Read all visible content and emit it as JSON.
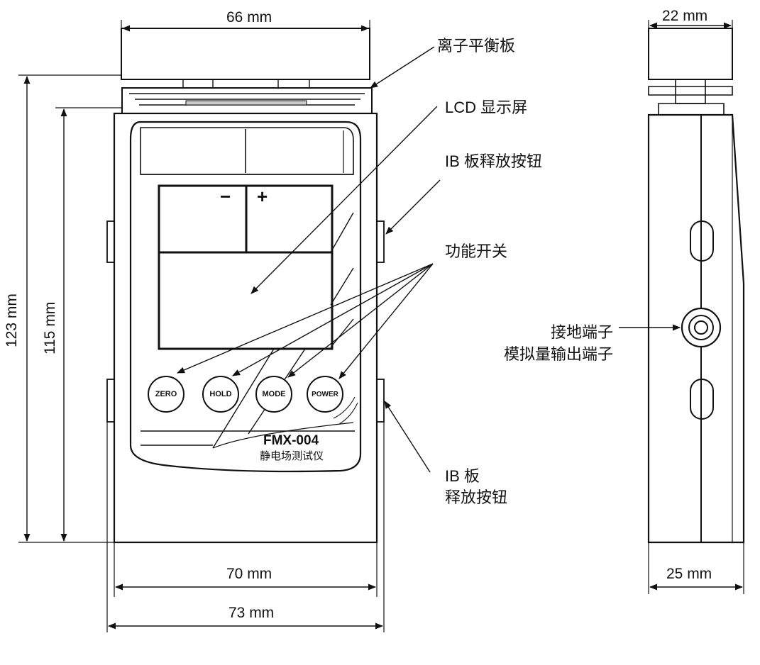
{
  "dimensions": {
    "width_top": "66 mm",
    "side_top": "22 mm",
    "height_total": "123 mm",
    "height_body": "115 mm",
    "width_body": "70 mm",
    "width_total": "73 mm",
    "side_bottom": "25 mm"
  },
  "callouts": {
    "ion_plate": "离子平衡板",
    "lcd": "LCD 显示屏",
    "ib_release_top": "IB 板释放按钮",
    "function_switch": "功能开关",
    "ground_terminal_line1": "接地端子",
    "ground_terminal_line2": "模拟量输出端子",
    "ib_release_bottom_line1": "IB 板",
    "ib_release_bottom_line2": "释放按钮"
  },
  "device": {
    "model": "FMX-004",
    "subtitle": "静电场测试仪",
    "minus_key": "−",
    "plus_key": "+",
    "buttons": [
      "ZERO",
      "HOLD",
      "MODE",
      "POWER"
    ]
  }
}
